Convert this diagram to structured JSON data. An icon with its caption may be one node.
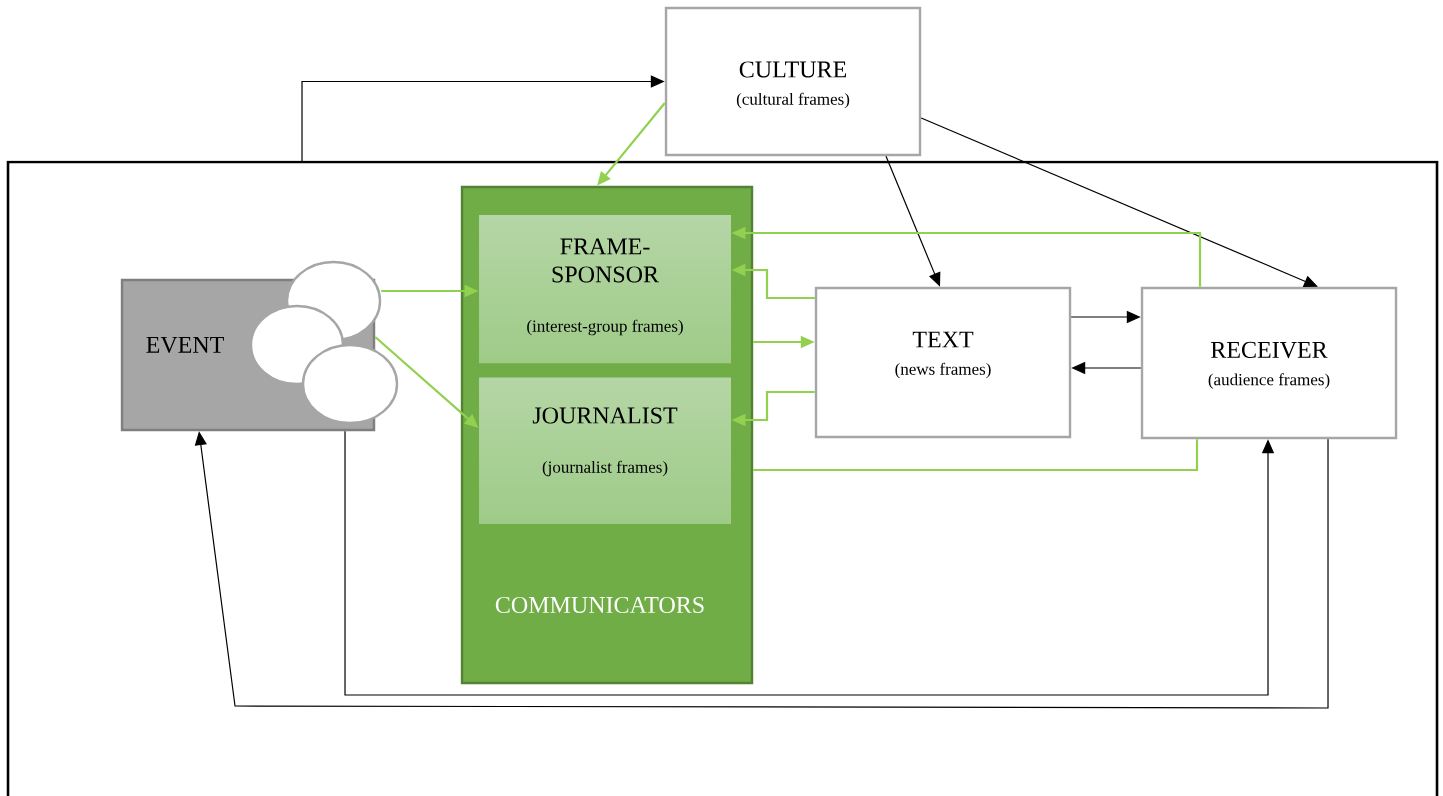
{
  "diagram": {
    "nodes": [
      {
        "text": [
          "CULTURE",
          "(cultural frames)"
        ]
      },
      {
        "text": [],
        "shape": "box"
      },
      {
        "text": [
          "EVENT"
        ],
        "in": 1
      },
      {
        "text": [],
        "shape": "circle",
        "in": 2
      },
      {
        "text": [],
        "shape": "circle",
        "in": 1
      },
      {
        "text": [],
        "shape": "circle",
        "in": 1
      },
      {
        "text": [
          "COMMUNICATORS"
        ],
        "in": 1
      },
      {
        "text": [
          "FRAME- SPONSOR",
          "(interest-group frames)"
        ],
        "in": 6
      },
      {
        "text": [
          "JOURNALIST",
          "(journalist frames)"
        ],
        "in": 6
      },
      {
        "text": [
          "TEXT",
          "(news frames)"
        ],
        "in": 1
      },
      {
        "text": [
          "RECEIVER",
          "(audience frames)"
        ],
        "in": 1
      }
    ],
    "edges": [
      {
        "from": 1,
        "to": 0,
        "arrow": "to",
        "color": "#000000"
      },
      {
        "from": 0,
        "to": 6,
        "arrow": "to"
      },
      {
        "from": 0,
        "to": 9,
        "arrow": "to",
        "color": "#000000"
      },
      {
        "from": 0,
        "to": 10,
        "arrow": "to",
        "color": "#000000"
      },
      {
        "from": 4,
        "to": 7,
        "arrow": "to"
      },
      {
        "from": 2,
        "to": 8,
        "arrow": "to"
      },
      {
        "from": 9,
        "to": 7,
        "arrow": "to"
      },
      {
        "from": 6,
        "to": 9,
        "arrow": "to"
      },
      {
        "from": 9,
        "to": 8,
        "arrow": "to"
      },
      {
        "from": 10,
        "to": 7,
        "arrow": "to"
      },
      {
        "from": 6,
        "to": 10,
        "arrow": "none"
      },
      {
        "from": 9,
        "to": 10,
        "arrow": "to",
        "color": "#000000"
      },
      {
        "from": 10,
        "to": 9,
        "arrow": "to",
        "color": "#000000"
      },
      {
        "from": 2,
        "to": 10,
        "arrow": "to",
        "color": "#000000"
      },
      {
        "from": 10,
        "to": 2,
        "arrow": "to",
        "color": "#000000"
      }
    ]
  }
}
